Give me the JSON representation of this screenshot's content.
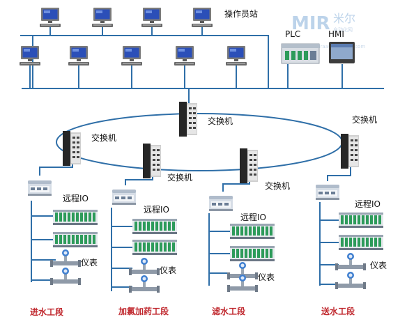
{
  "watermark": {
    "brand": "MIR",
    "chinese": "米尔",
    "tagline": "自动化网",
    "url": "www.miraautomation.com"
  },
  "labels": {
    "operator_station": "操作员站",
    "plc": "PLC",
    "hmi": "HMI",
    "switch": "交换机",
    "remote_io": "远程IO",
    "instrument": "仪表"
  },
  "stages": [
    "进水工段",
    "加氯加药工段",
    "滤水工段",
    "送水工段"
  ],
  "colors": {
    "line": "#2f6fa8",
    "stage_text": "#c0282e",
    "monitor_frame": "#6a6a6a",
    "monitor_screen": "#2b4fb8"
  }
}
